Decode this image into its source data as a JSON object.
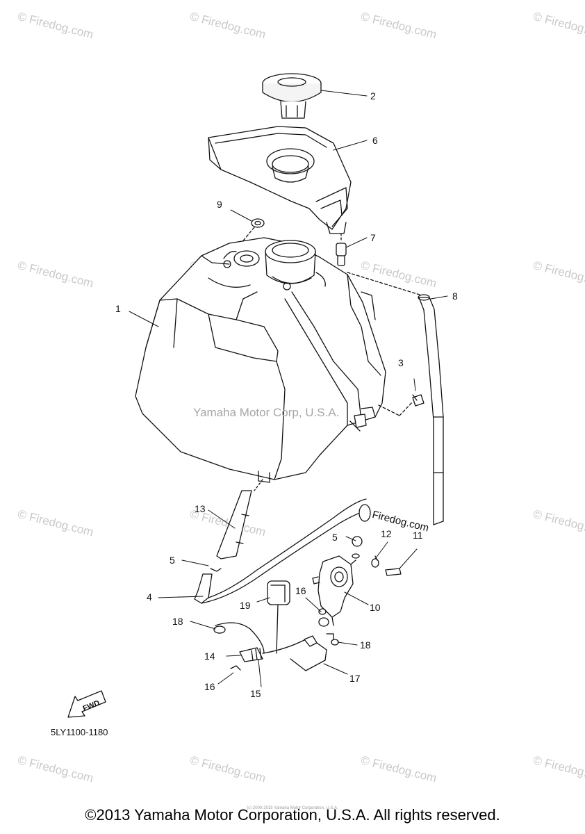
{
  "watermark": {
    "site_text": "© Firedog.com",
    "center_text": "Yamaha Motor Corp, U.S.A.",
    "inline_text": "Firedog.com"
  },
  "diagram": {
    "part_code": "5LY1100-1180",
    "fwd_label": "FWD",
    "callouts": [
      "1",
      "2",
      "3",
      "4",
      "5",
      "5",
      "6",
      "7",
      "8",
      "9",
      "10",
      "11",
      "12",
      "13",
      "14",
      "15",
      "16",
      "16",
      "17",
      "18",
      "18",
      "19"
    ]
  },
  "footer": {
    "copyright": "©2013 Yamaha Motor Corporation, U.S.A. All rights reserved.",
    "fineprint": "(c) 2000-2015 Yamaha Motor Corporation, U.S.A."
  },
  "colors": {
    "line": "#111111",
    "watermark": "#c9c9c9",
    "background": "#ffffff"
  }
}
